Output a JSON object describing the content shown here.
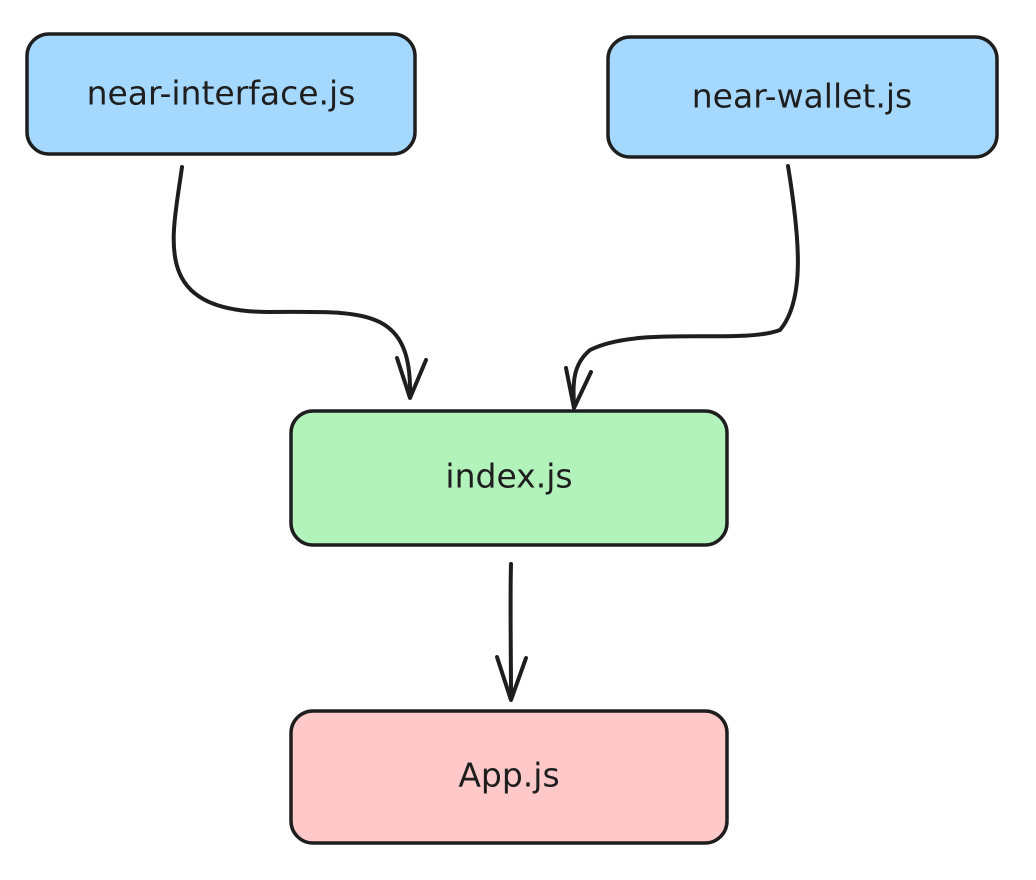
{
  "diagram": {
    "nodes": {
      "near_interface": {
        "label": "near-interface.js",
        "fill": "#a5d8ff"
      },
      "near_wallet": {
        "label": "near-wallet.js",
        "fill": "#a5d8ff"
      },
      "index": {
        "label": "index.js",
        "fill": "#b2f2bb"
      },
      "app": {
        "label": "App.js",
        "fill": "#ffc9c9"
      }
    },
    "edges": [
      {
        "from": "near-interface.js",
        "to": "index.js"
      },
      {
        "from": "near-wallet.js",
        "to": "index.js"
      },
      {
        "from": "index.js",
        "to": "App.js"
      }
    ],
    "stroke_color": "#1e1e1e"
  }
}
